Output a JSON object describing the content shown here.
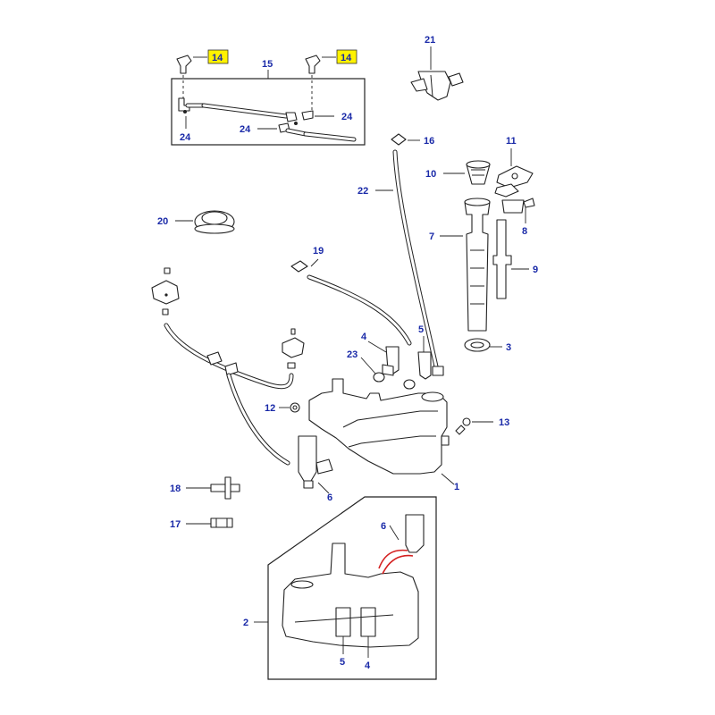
{
  "callouts": {
    "c1": "1",
    "c2": "2",
    "c3": "3",
    "c4": "4",
    "c4b": "4",
    "c5": "5",
    "c5b": "5",
    "c6": "6",
    "c6b": "6",
    "c7": "7",
    "c8": "8",
    "c9": "9",
    "c10": "10",
    "c11": "11",
    "c12": "12",
    "c13": "13",
    "c14a": "14",
    "c14b": "14",
    "c15": "15",
    "c16": "16",
    "c17": "17",
    "c18": "18",
    "c19": "19",
    "c20": "20",
    "c21": "21",
    "c22": "22",
    "c23": "23",
    "c24a": "24",
    "c24b": "24",
    "c24c": "24"
  },
  "colors": {
    "callout_text": "#1a2aa8",
    "highlight": "#fff200",
    "line_art": "#222222",
    "red_hose": "#d42020"
  }
}
